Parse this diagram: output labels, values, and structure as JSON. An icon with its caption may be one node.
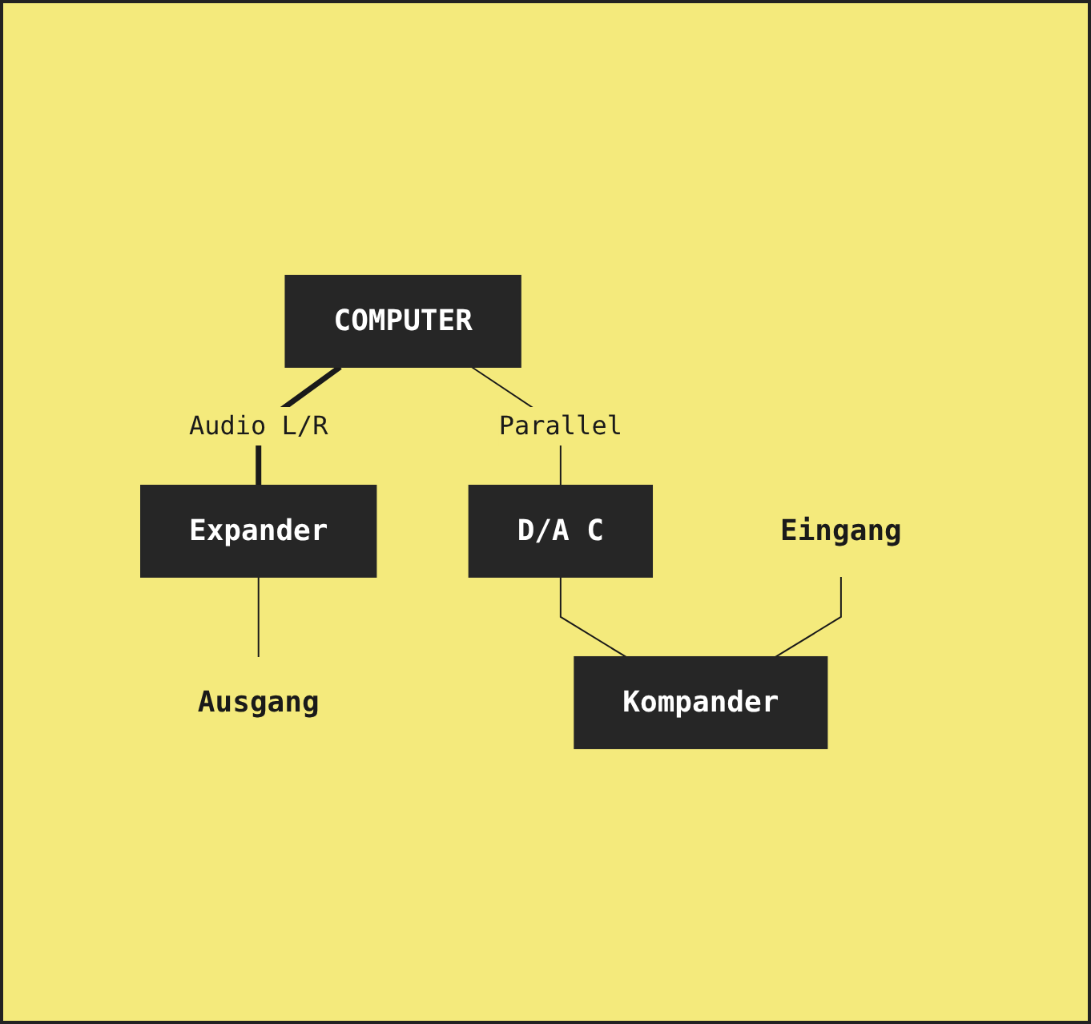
{
  "diagram": {
    "nodes": [
      {
        "text": [
          "COMPUTER"
        ]
      },
      {
        "text": [
          "D/A C"
        ]
      },
      {
        "text": [
          "Expander"
        ]
      },
      {
        "text": [
          "Kompander"
        ]
      },
      {
        "text": [
          "Ausgang"
        ]
      },
      {
        "text": [
          "Eingang"
        ]
      }
    ],
    "edges": [
      {
        "from": 0,
        "to": 2,
        "arrow": "none",
        "label": "Audio L/R",
        "style": "thick"
      },
      {
        "from": 0,
        "to": 1,
        "arrow": "none",
        "label": "Parallel"
      },
      {
        "from": 1,
        "to": 3,
        "arrow": "none"
      },
      {
        "from": 2,
        "to": 4,
        "arrow": "none"
      },
      {
        "from": 5,
        "to": 3,
        "arrow": "none"
      }
    ]
  }
}
